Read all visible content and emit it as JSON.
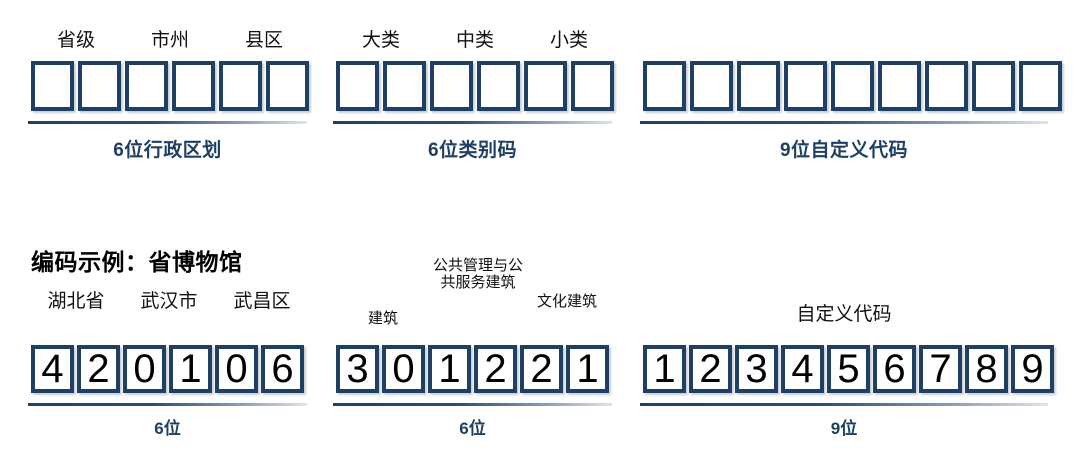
{
  "diagram": {
    "schema_row": {
      "groups": [
        {
          "id": "admin-division",
          "boxes": [
            "",
            "",
            "",
            "",
            "",
            ""
          ],
          "caption": "6位行政区划",
          "segments": [
            {
              "label": "省级"
            },
            {
              "label": "市州"
            },
            {
              "label": "县区"
            }
          ]
        },
        {
          "id": "category-code",
          "boxes": [
            "",
            "",
            "",
            "",
            "",
            ""
          ],
          "caption": "6位类别码",
          "segments": [
            {
              "label": "大类"
            },
            {
              "label": "中类"
            },
            {
              "label": "小类"
            }
          ]
        },
        {
          "id": "custom-code",
          "boxes": [
            "",
            "",
            "",
            "",
            "",
            "",
            "",
            "",
            ""
          ],
          "caption": "9位自定义代码",
          "segments": []
        }
      ]
    },
    "example": {
      "title": "编码示例：省博物馆",
      "groups": [
        {
          "id": "example-admin-division",
          "digits": [
            "4",
            "2",
            "0",
            "1",
            "0",
            "6"
          ],
          "caption": "6位",
          "segments": [
            {
              "label": "湖北省"
            },
            {
              "label": "武汉市"
            },
            {
              "label": "武昌区"
            }
          ]
        },
        {
          "id": "example-category-code",
          "digits": [
            "3",
            "0",
            "1",
            "2",
            "2",
            "1"
          ],
          "caption": "6位",
          "segments": [
            {
              "label": "建筑"
            },
            {
              "label": "公共管理与公共服务建筑"
            },
            {
              "label": "文化建筑"
            }
          ]
        },
        {
          "id": "example-custom-code",
          "digits": [
            "1",
            "2",
            "3",
            "4",
            "5",
            "6",
            "7",
            "8",
            "9"
          ],
          "caption": "9位",
          "segments": [
            {
              "label": "自定义代码"
            }
          ]
        }
      ]
    },
    "colors": {
      "box_border": "#1f3f63",
      "caption": "#1f3f63",
      "label": "#111111",
      "background": "#ffffff"
    }
  }
}
